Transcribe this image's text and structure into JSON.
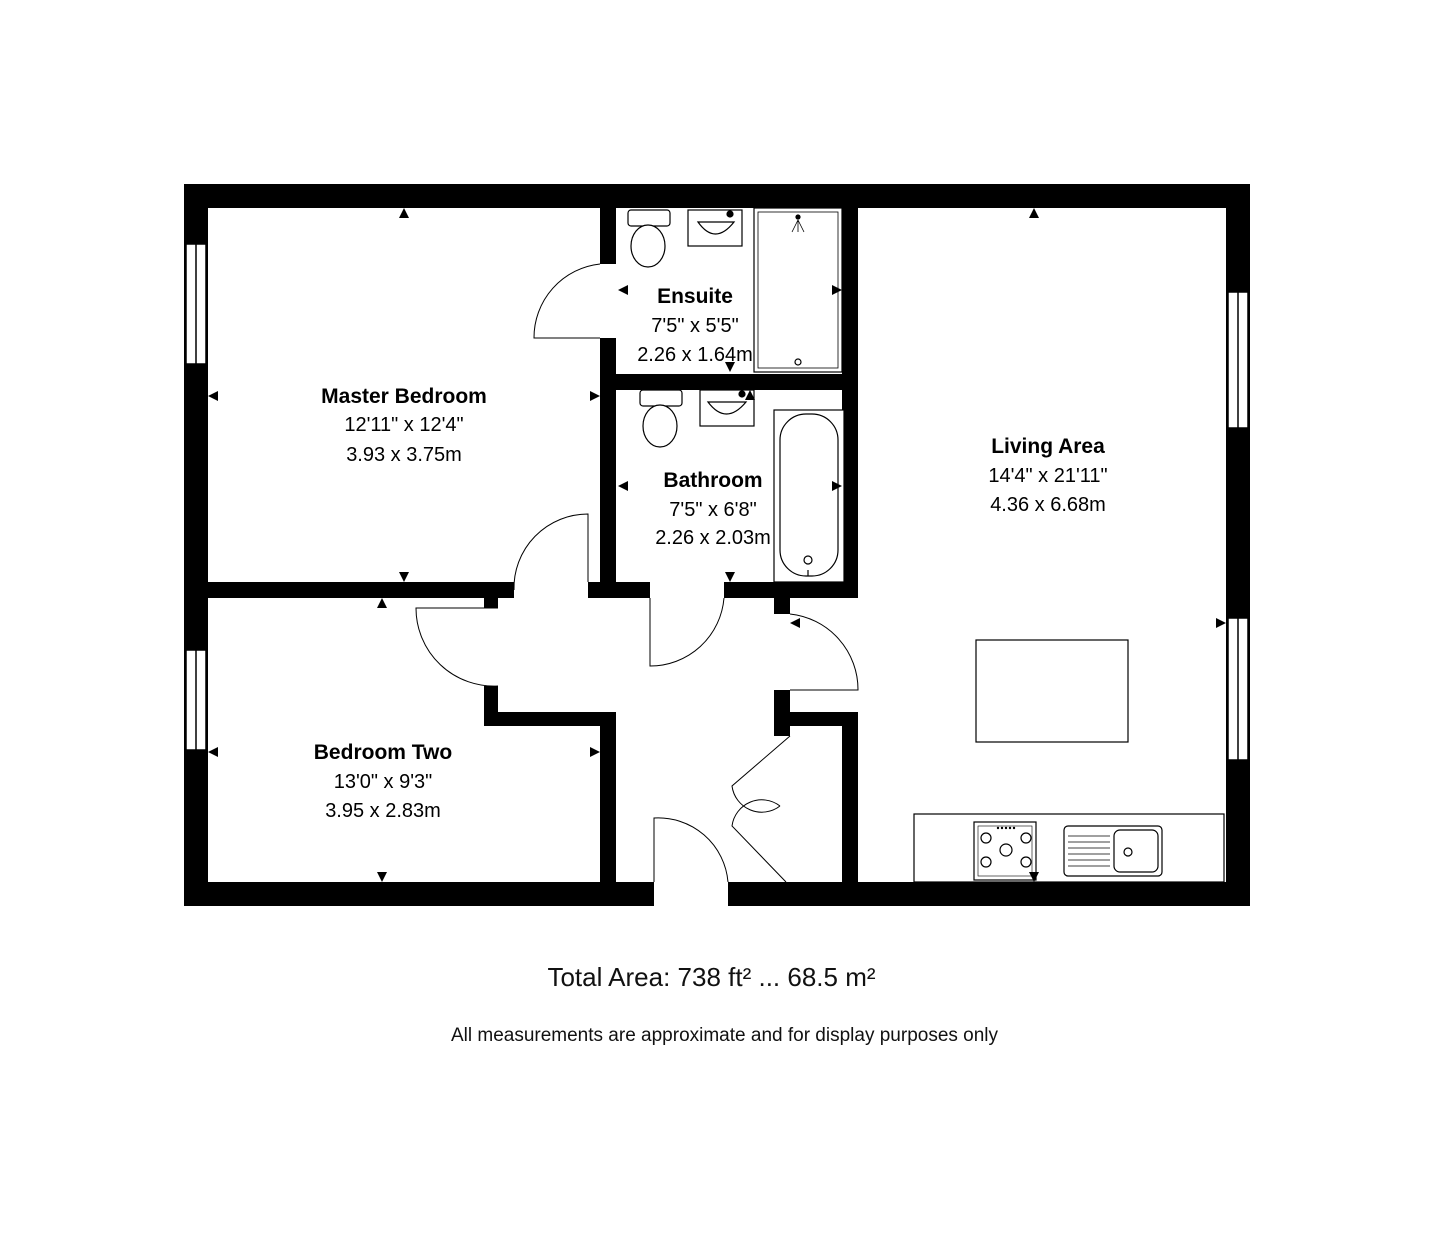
{
  "rooms": {
    "master_bedroom": {
      "name": "Master Bedroom",
      "imperial": "12'11\" x 12'4\"",
      "metric": "3.93 x 3.75m"
    },
    "ensuite": {
      "name": "Ensuite",
      "imperial": "7'5\" x 5'5\"",
      "metric": "2.26 x 1.64m"
    },
    "bathroom": {
      "name": "Bathroom",
      "imperial": "7'5\" x 6'8\"",
      "metric": "2.26 x 2.03m"
    },
    "living_area": {
      "name": "Living Area",
      "imperial": "14'4\" x 21'11\"",
      "metric": "4.36 x 6.68m"
    },
    "bedroom_two": {
      "name": "Bedroom Two",
      "imperial": "13'0\" x 9'3\"",
      "metric": "3.95 x 2.83m"
    }
  },
  "footer": {
    "total_area": "Total Area: 738 ft² ... 68.5 m²",
    "disclaimer": "All measurements are approximate and for display purposes only"
  },
  "colors": {
    "wall": "#000000",
    "fixture": "#000000",
    "background": "#ffffff"
  }
}
